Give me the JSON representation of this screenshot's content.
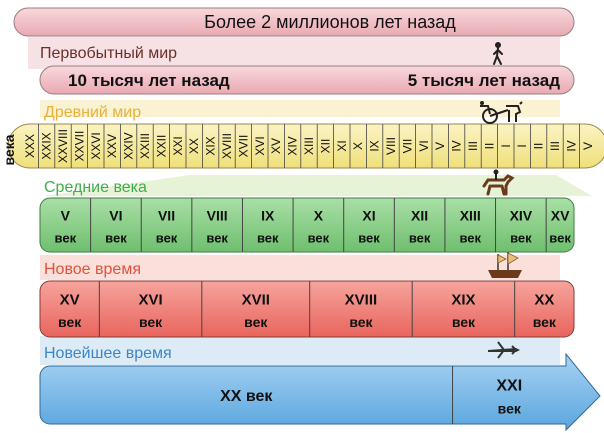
{
  "top_band": {
    "label": "Более 2 миллионов лет назад"
  },
  "sections": {
    "primitive": {
      "title": "Первобытный мир",
      "title_color": "#6b2f2a",
      "icon": "walking-man-icon"
    },
    "ancient": {
      "title": "Древний мир",
      "title_color": "#e8b33a",
      "icon": "chariot-icon"
    },
    "middle": {
      "title": "Средние века",
      "title_color": "#3fae49",
      "icon": "horse-rider-icon"
    },
    "new": {
      "title": "Новое время",
      "title_color": "#e0533a",
      "icon": "sailing-ship-icon"
    },
    "newest": {
      "title": "Новейшее время",
      "title_color": "#3d86c6",
      "icon": "airplane-icon"
    }
  },
  "primitive_band": {
    "left": "10 тысяч лет назад",
    "right": "5 тысяч лет назад"
  },
  "ancient_band": {
    "side_label": "века",
    "centuries": [
      "XXX",
      "XXIX",
      "XXVIII",
      "XXVII",
      "XXVI",
      "XXV",
      "XXIV",
      "XXIII",
      "XXII",
      "XXI",
      "XX",
      "XIX",
      "XVIII",
      "XVII",
      "XVI",
      "XV",
      "XIV",
      "XIII",
      "XII",
      "XI",
      "X",
      "IX",
      "VIII",
      "VII",
      "VI",
      "V",
      "IV",
      "III",
      "II",
      "I",
      "I",
      "II",
      "III",
      "IV",
      "V"
    ]
  },
  "middle_band": {
    "cells": [
      [
        "V",
        "век"
      ],
      [
        "VI",
        "век"
      ],
      [
        "VII",
        "век"
      ],
      [
        "VIII",
        "век"
      ],
      [
        "IX",
        "век"
      ],
      [
        "X",
        "век"
      ],
      [
        "XI",
        "век"
      ],
      [
        "XII",
        "век"
      ],
      [
        "XIII",
        "век"
      ],
      [
        "XIV",
        "век"
      ],
      [
        "XV",
        "век"
      ]
    ]
  },
  "new_band": {
    "cells": [
      [
        "XV",
        "век"
      ],
      [
        "XVI",
        "век"
      ],
      [
        "XVII",
        "век"
      ],
      [
        "XVIII",
        "век"
      ],
      [
        "XIX",
        "век"
      ],
      [
        "XX",
        "век"
      ]
    ]
  },
  "newest_band": {
    "cells": [
      [
        "XX век"
      ],
      [
        "XXI",
        "век"
      ]
    ]
  },
  "colors": {
    "top_band": "#f1c1c6",
    "primitive_band": "#f1c1c6",
    "ancient_band": "#f6eba0",
    "middle_band": "#8fd08f",
    "new_band": "#ef7f78",
    "newest_band": "#7fbdea",
    "grid": "#444444"
  }
}
